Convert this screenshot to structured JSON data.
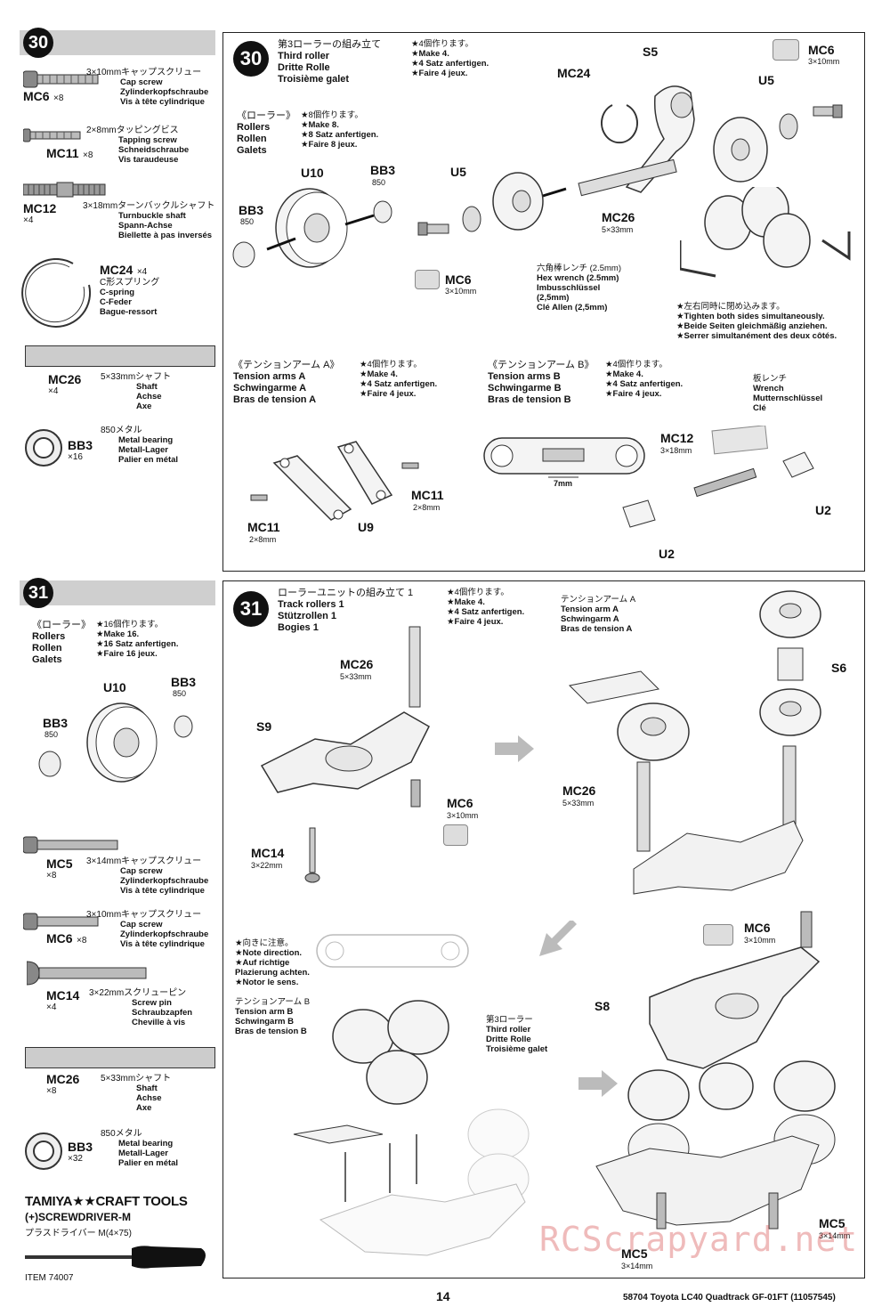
{
  "step30": {
    "number": "30",
    "title_jp": "第3ローラーの組み立て",
    "title_en": "Third roller",
    "title_de": "Dritte Rolle",
    "title_fr": "Troisième galet",
    "make_jp": "★4個作ります。",
    "make_en": "★Make 4.",
    "make_de": "★4 Satz anfertigen.",
    "make_fr": "★Faire 4 jeux.",
    "rollers_jp": "《ローラー》",
    "rollers_en": "Rollers",
    "rollers_de": "Rollen",
    "rollers_fr": "Galets",
    "rollers_make_jp": "★8個作ります。",
    "rollers_make_en": "★Make 8.",
    "rollers_make_de": "★8 Satz anfertigen.",
    "rollers_make_fr": "★Faire 8 jeux.",
    "wrench_jp": "六角棒レンチ (2.5mm)",
    "wrench_en": "Hex wrench (2.5mm)",
    "wrench_de": "Imbusschlüssel",
    "wrench_de2": "(2,5mm)",
    "wrench_fr": "Clé Allen (2,5mm)",
    "tighten_jp": "★左右同時に閉め込みます。",
    "tighten_en": "★Tighten both sides simultaneously.",
    "tighten_de": "★Beide Seiten gleichmäßig anziehen.",
    "tighten_fr": "★Serrer simultanément des deux côtés.",
    "armA_jp": "《テンションアーム A》",
    "armA_en": "Tension arms A",
    "armA_de": "Schwingarme A",
    "armA_fr": "Bras de tension A",
    "armB_jp": "《テンションアーム B》",
    "armB_en": "Tension arms B",
    "armB_de": "Schwingarme B",
    "armB_fr": "Bras de tension B",
    "plate_wrench_jp": "板レンチ",
    "plate_wrench_en": "Wrench",
    "plate_wrench_de": "Mutternschlüssel",
    "plate_wrench_fr": "Clé",
    "dim_7mm": "7mm",
    "labels": {
      "U10": "U10",
      "BB3": "BB3",
      "BB3_sub": "850",
      "U5": "U5",
      "MC6": "MC6",
      "MC6_sub": "3×10mm",
      "MC24": "MC24",
      "S5": "S5",
      "MC26": "MC26",
      "MC26_sub": "5×33mm",
      "MC11": "MC11",
      "MC11_sub": "2×8mm",
      "U9": "U9",
      "MC12": "MC12",
      "MC12_sub": "3×18mm",
      "U2": "U2"
    }
  },
  "step31": {
    "number": "31",
    "title_jp": "ローラーユニットの組み立て 1",
    "title_en": "Track rollers 1",
    "title_de": "Stützrollen 1",
    "title_fr": "Bogies 1",
    "armA_jp": "テンションアーム A",
    "armA_en": "Tension arm A",
    "armA_de": "Schwingarm A",
    "armA_fr": "Bras de tension A",
    "note_jp": "★向きに注意。",
    "note_en": "★Note direction.",
    "note_de": "★Auf richtige",
    "note_de2": "Plazierung achten.",
    "note_fr": "★Notor le sens.",
    "armB_jp": "テンションアーム B",
    "armB_en": "Tension arm B",
    "armB_de": "Schwingarm B",
    "armB_fr": "Bras de tension B",
    "third_jp": "第3ローラー",
    "third_en": "Third roller",
    "third_de": "Dritte Rolle",
    "third_fr": "Troisième galet",
    "labels": {
      "MC26": "MC26",
      "MC26_sub": "5×33mm",
      "S9": "S9",
      "MC6": "MC6",
      "MC6_sub": "3×10mm",
      "MC14": "MC14",
      "MC14_sub": "3×22mm",
      "S6": "S6",
      "S8": "S8",
      "MC5": "MC5",
      "MC5_sub": "3×14mm"
    }
  },
  "sidebar30": [
    {
      "code": "MC6",
      "qty": "×8",
      "jp": "3×10mmキャップスクリュー",
      "en": "Cap screw",
      "de": "Zylinderkopfschraube",
      "fr": "Vis à tête cylindrique"
    },
    {
      "code": "MC11",
      "qty": "×8",
      "jp": "2×8mmタッピングビス",
      "en": "Tapping screw",
      "de": "Schneidschraube",
      "fr": "Vis taraudeuse"
    },
    {
      "code": "MC12",
      "qty": "×4",
      "jp": "3×18mmターンバックルシャフト",
      "en": "Turnbuckle shaft",
      "de": "Spann-Achse",
      "fr": "Biellette à pas inversés"
    },
    {
      "code": "MC24",
      "qty": "×4",
      "jp": "C形スプリング",
      "en": "C-spring",
      "de": "C-Feder",
      "fr": "Bague-ressort"
    },
    {
      "code": "MC26",
      "qty": "×4",
      "jp": "5×33mmシャフト",
      "en": "Shaft",
      "de": "Achse",
      "fr": "Axe"
    },
    {
      "code": "BB3",
      "qty": "×16",
      "jp": "850メタル",
      "en": "Metal bearing",
      "de": "Metall-Lager",
      "fr": "Palier en métal"
    }
  ],
  "sidebar31_rollers": {
    "jp": "《ローラー》",
    "en": "Rollers",
    "de": "Rollen",
    "fr": "Galets",
    "make_jp": "★16個作ります。",
    "make_en": "★Make 16.",
    "make_de": "★16 Satz anfertigen.",
    "make_fr": "★Faire 16 jeux.",
    "U10": "U10",
    "BB3": "BB3",
    "BB3_sub": "850"
  },
  "sidebar31": [
    {
      "code": "MC5",
      "qty": "×8",
      "jp": "3×14mmキャップスクリュー",
      "en": "Cap screw",
      "de": "Zylinderkopfschraube",
      "fr": "Vis à tête cylindrique"
    },
    {
      "code": "MC6",
      "qty": "×8",
      "jp": "3×10mmキャップスクリュー",
      "en": "Cap screw",
      "de": "Zylinderkopfschraube",
      "fr": "Vis à tête cylindrique"
    },
    {
      "code": "MC14",
      "qty": "×4",
      "jp": "3×22mmスクリューピン",
      "en": "Screw pin",
      "de": "Schraubzapfen",
      "fr": "Cheville à vis"
    },
    {
      "code": "MC26",
      "qty": "×8",
      "jp": "5×33mmシャフト",
      "en": "Shaft",
      "de": "Achse",
      "fr": "Axe"
    },
    {
      "code": "BB3",
      "qty": "×32",
      "jp": "850メタル",
      "en": "Metal bearing",
      "de": "Metall-Lager",
      "fr": "Palier en métal"
    }
  ],
  "tools": {
    "brand": "TAMIYA★★CRAFT TOOLS",
    "name": "(+)SCREWDRIVER-M",
    "name_jp": "プラスドライバー M(4×75)",
    "item": "ITEM 74007"
  },
  "footer": {
    "page": "14",
    "doc": "58704 Toyota LC40 Quadtrack GF-01FT (11057545)"
  },
  "watermark": "RCScrapyard.net"
}
